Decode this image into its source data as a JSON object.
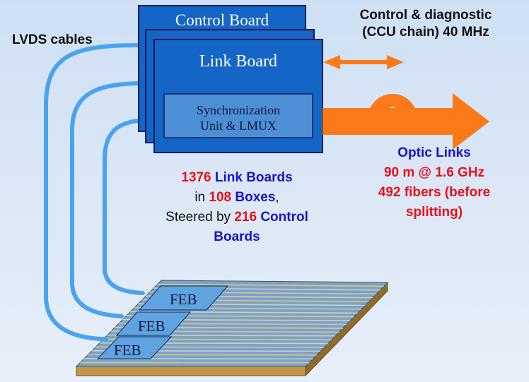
{
  "labels": {
    "lvds_cables": "LVDS cables",
    "control_diag_line1": "Control & diagnostic",
    "control_diag_line2": "(CCU chain) 40 MHz"
  },
  "boards": {
    "control_board": "Control Board",
    "link_board": "Link Board",
    "sync_line1": "Synchronization",
    "sync_line2": "Unit & LMUX",
    "feb": "FEB"
  },
  "summary": {
    "count_link_boards": "1376",
    "link_boards_text": "Link Boards",
    "in_text": "in",
    "count_boxes": "108",
    "boxes_text": "Boxes",
    "comma": ",",
    "steered_text": "Steered by",
    "count_control_boards": "216",
    "control_text": "Control",
    "boards_text": "Boards"
  },
  "optic": {
    "title": "Optic Links",
    "line1": "90 m @ 1.6 GHz",
    "line2": "492 fibers (before",
    "line3": "splitting)"
  },
  "colors": {
    "board_fill": "#1565c6",
    "board_border": "#0a1f5c",
    "sync_fill": "#4d8fd4",
    "cable": "#4aa3ee",
    "arrow": "#fa7a1a",
    "chamber_top": "#7fa1c2",
    "chamber_edge": "#c9a24a"
  }
}
